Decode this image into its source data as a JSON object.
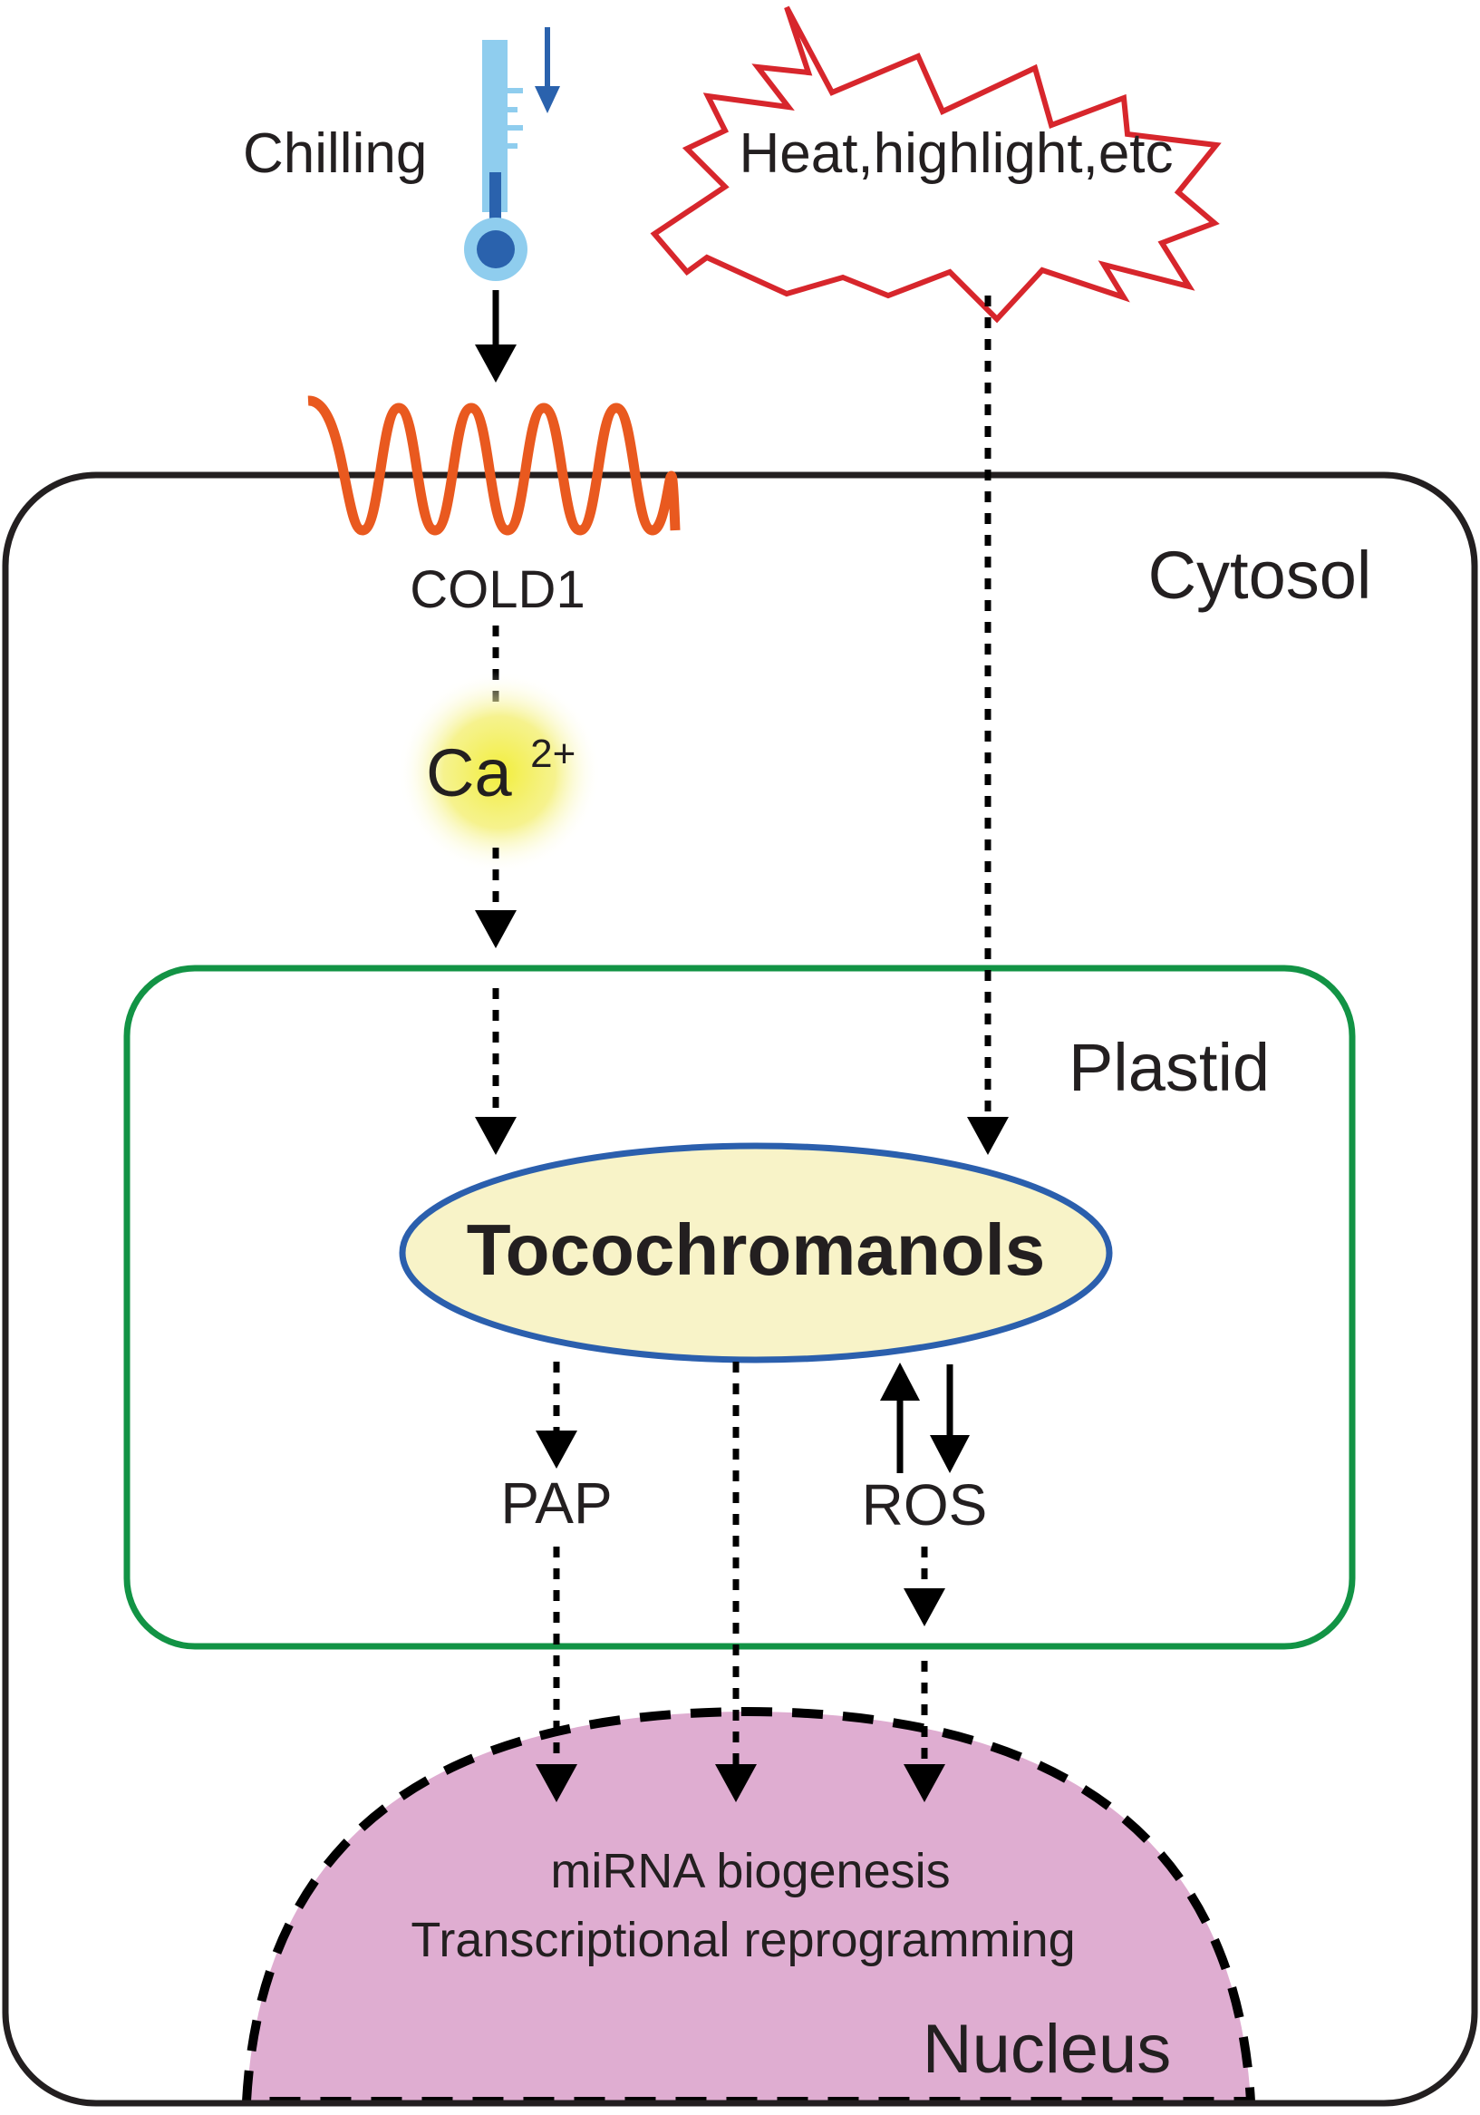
{
  "stimuli": {
    "chilling": "Chilling",
    "heat": "Heat,highlight,etc"
  },
  "receptor": {
    "label": "COLD1"
  },
  "compartments": {
    "cytosol": "Cytosol",
    "plastid": "Plastid",
    "nucleus": "Nucleus"
  },
  "calcium": {
    "base": "Ca",
    "superscript": "2+"
  },
  "center": {
    "label": "Tocochromanols"
  },
  "signals": {
    "pap": "PAP",
    "ros": "ROS"
  },
  "nuclear_outputs": [
    "miRNA biogenesis",
    "Transcriptional reprogramming"
  ],
  "colors": {
    "cell_outline": "#231f20",
    "plastid_outline": "#129345",
    "nucleus_fill": "#dfadd1",
    "ellipse_fill": "#f8f3c8",
    "ellipse_outline": "#2b5fad",
    "burst_outline": "#d7262c",
    "receptor": "#e9591f",
    "thermometer_light": "#8fcdee",
    "thermometer_dark": "#2a62ad",
    "calcium_glow": "#f2ee3b"
  },
  "icons": [
    "thermometer-icon",
    "down-arrow-icon",
    "starburst-shape",
    "coil-receptor-icon",
    "glow-halo"
  ]
}
